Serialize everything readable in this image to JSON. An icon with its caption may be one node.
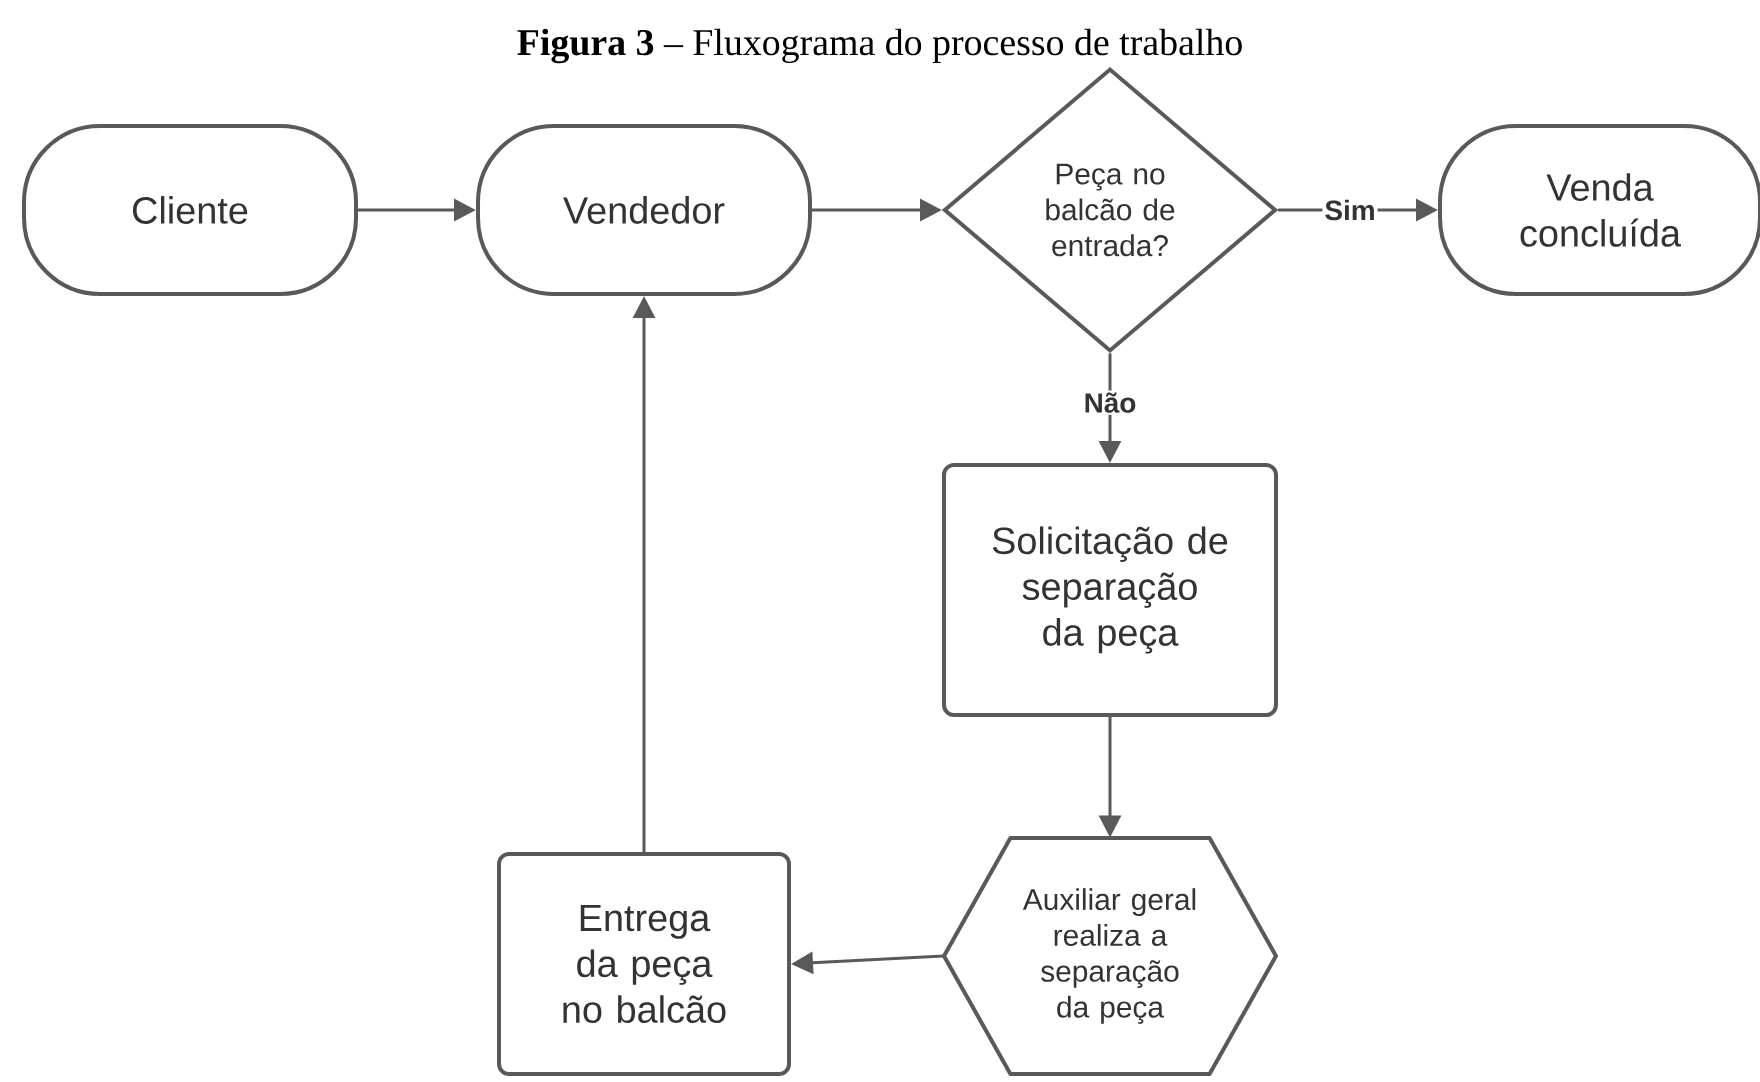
{
  "diagram": {
    "title": "**Figura 3** – Fluxograma do processo de trabalho",
    "nodes": [
      {
        "text": [
          "Cliente"
        ]
      },
      {
        "text": [
          "Vendedor"
        ]
      },
      {
        "text": [
          "Peça no balcão de entrada?"
        ]
      },
      {
        "text": [
          "Venda concluída"
        ]
      },
      {
        "text": [
          "Solicitação de separação da peça"
        ]
      },
      {
        "text": [
          "Auxiliar geral realiza a separação da peça"
        ]
      },
      {
        "text": [
          "Entrega da peça no balcão"
        ]
      }
    ],
    "edges": [
      {
        "from": 0,
        "to": 1,
        "arrow": "to"
      },
      {
        "from": 1,
        "to": 2,
        "arrow": "to"
      },
      {
        "from": 2,
        "to": 3,
        "arrow": "to",
        "label": "Sim"
      },
      {
        "from": 2,
        "to": 4,
        "arrow": "to",
        "label": "Não"
      },
      {
        "from": 4,
        "to": 5,
        "arrow": "to"
      },
      {
        "from": 5,
        "to": 6,
        "arrow": "to"
      },
      {
        "from": 6,
        "to": 1,
        "arrow": "to"
      }
    ]
  }
}
